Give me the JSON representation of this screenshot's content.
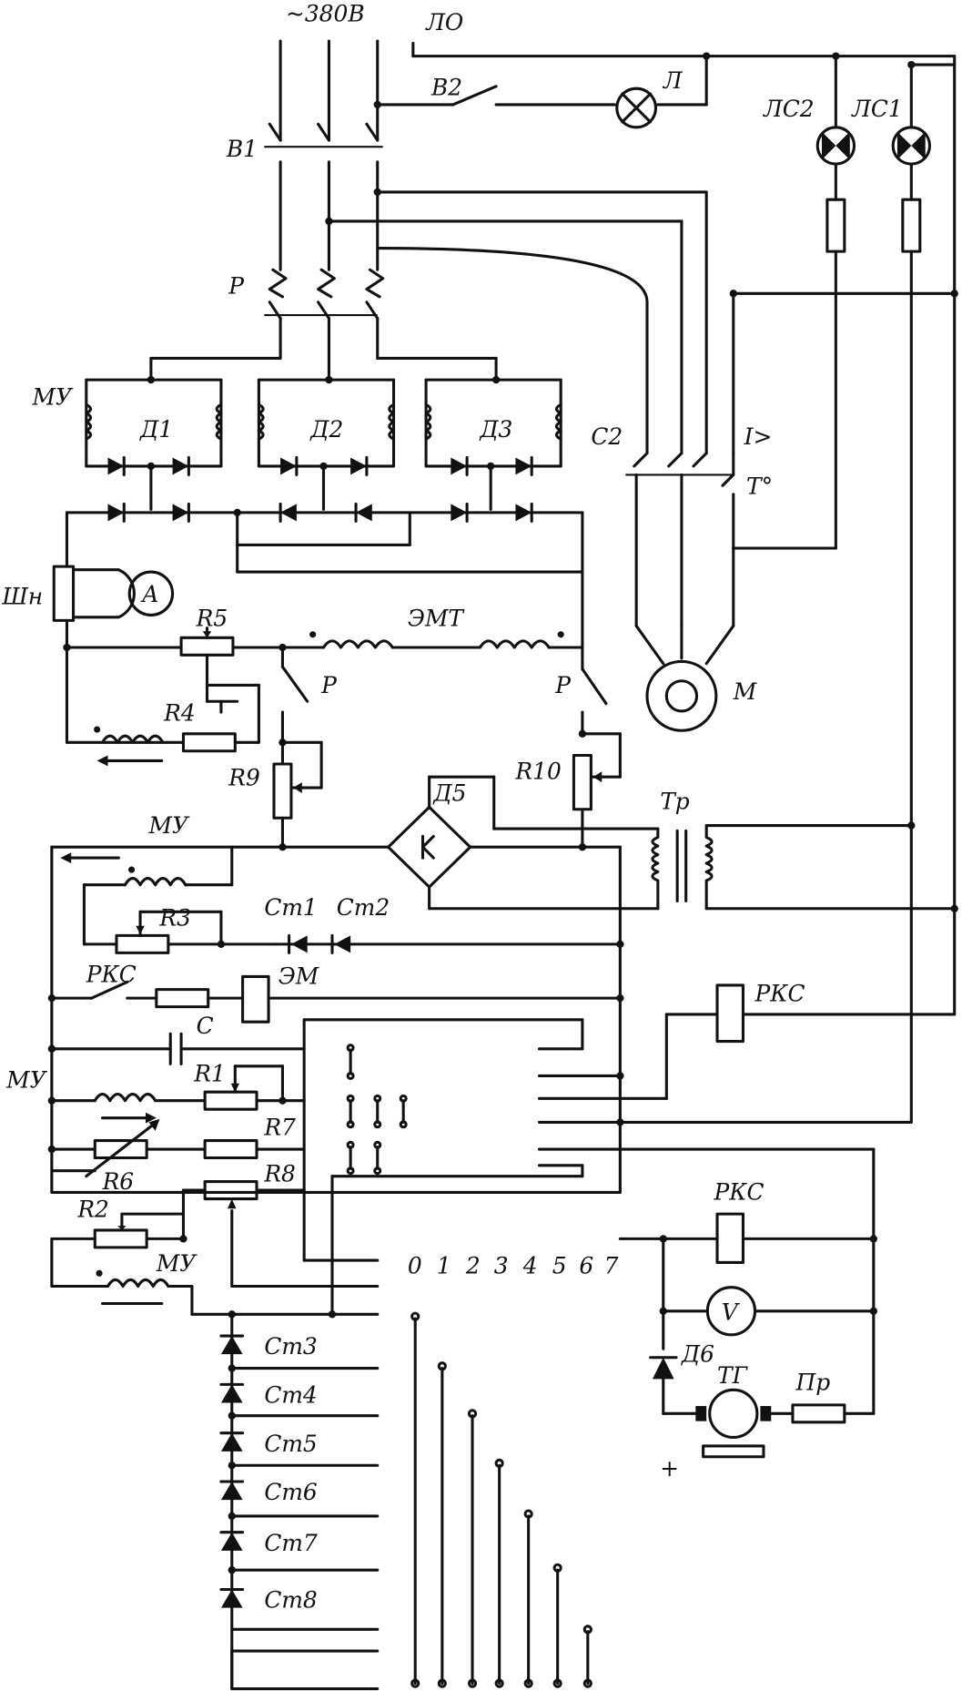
{
  "labels": {
    "supply": "~380В",
    "lo": "ЛО",
    "v2": "В2",
    "lamp": "Л",
    "lc2": "ЛС2",
    "lc1": "ЛС1",
    "v1": "В1",
    "r": "Р",
    "mu_top": "МУ",
    "d1": "Д1",
    "d2": "Д2",
    "d3": "Д3",
    "c2": "С2",
    "i_gt": "I>",
    "t_deg": "Т°",
    "shunt": "Шн",
    "ammeter": "A",
    "r5": "R5",
    "emt": "ЭМТ",
    "r4": "R4",
    "r_mid": "Р",
    "r_right": "Р",
    "motor": "М",
    "r9": "R9",
    "r10": "R10",
    "d5": "Д5",
    "tr": "Тр",
    "mu_mid": "МУ",
    "r3": "R3",
    "st1": "Ст1",
    "st2": "Ст2",
    "rks1": "РКС",
    "em": "ЭМ",
    "rks2": "РКС",
    "c": "С",
    "mu_left": "МУ",
    "r1": "R1",
    "r7": "R7",
    "r6": "R6",
    "r8": "R8",
    "rks3": "РКС",
    "r2": "R2",
    "mu_bottom": "МУ",
    "v": "V",
    "d6": "Д6",
    "tg": "ТГ",
    "pr": "Пр",
    "plus": "+",
    "st3": "Ст3",
    "st4": "Ст4",
    "st5": "Ст5",
    "st6": "Ст6",
    "st7": "Ст7",
    "st8": "Ст8"
  },
  "switch_positions": [
    "0",
    "1",
    "2",
    "3",
    "4",
    "5",
    "6",
    "7"
  ]
}
